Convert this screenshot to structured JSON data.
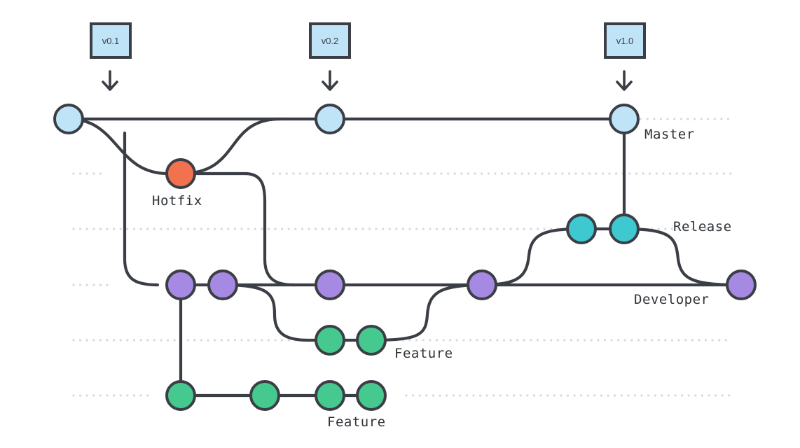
{
  "colors": {
    "master": "#bfe3f7",
    "hotfix": "#f2714f",
    "release": "#3ec8d0",
    "developer": "#a689e3",
    "feature": "#45c98f",
    "line": "#3b3f45",
    "tag_fill": "#bfe3f7",
    "dotted": "#d7dade"
  },
  "tags": [
    "v0.1",
    "v0.2",
    "v1.0"
  ],
  "branches": {
    "master": "Master",
    "hotfix": "Hotfix",
    "release": "Release",
    "developer": "Developer",
    "feature_1": "Feature",
    "feature_2": "Feature"
  }
}
